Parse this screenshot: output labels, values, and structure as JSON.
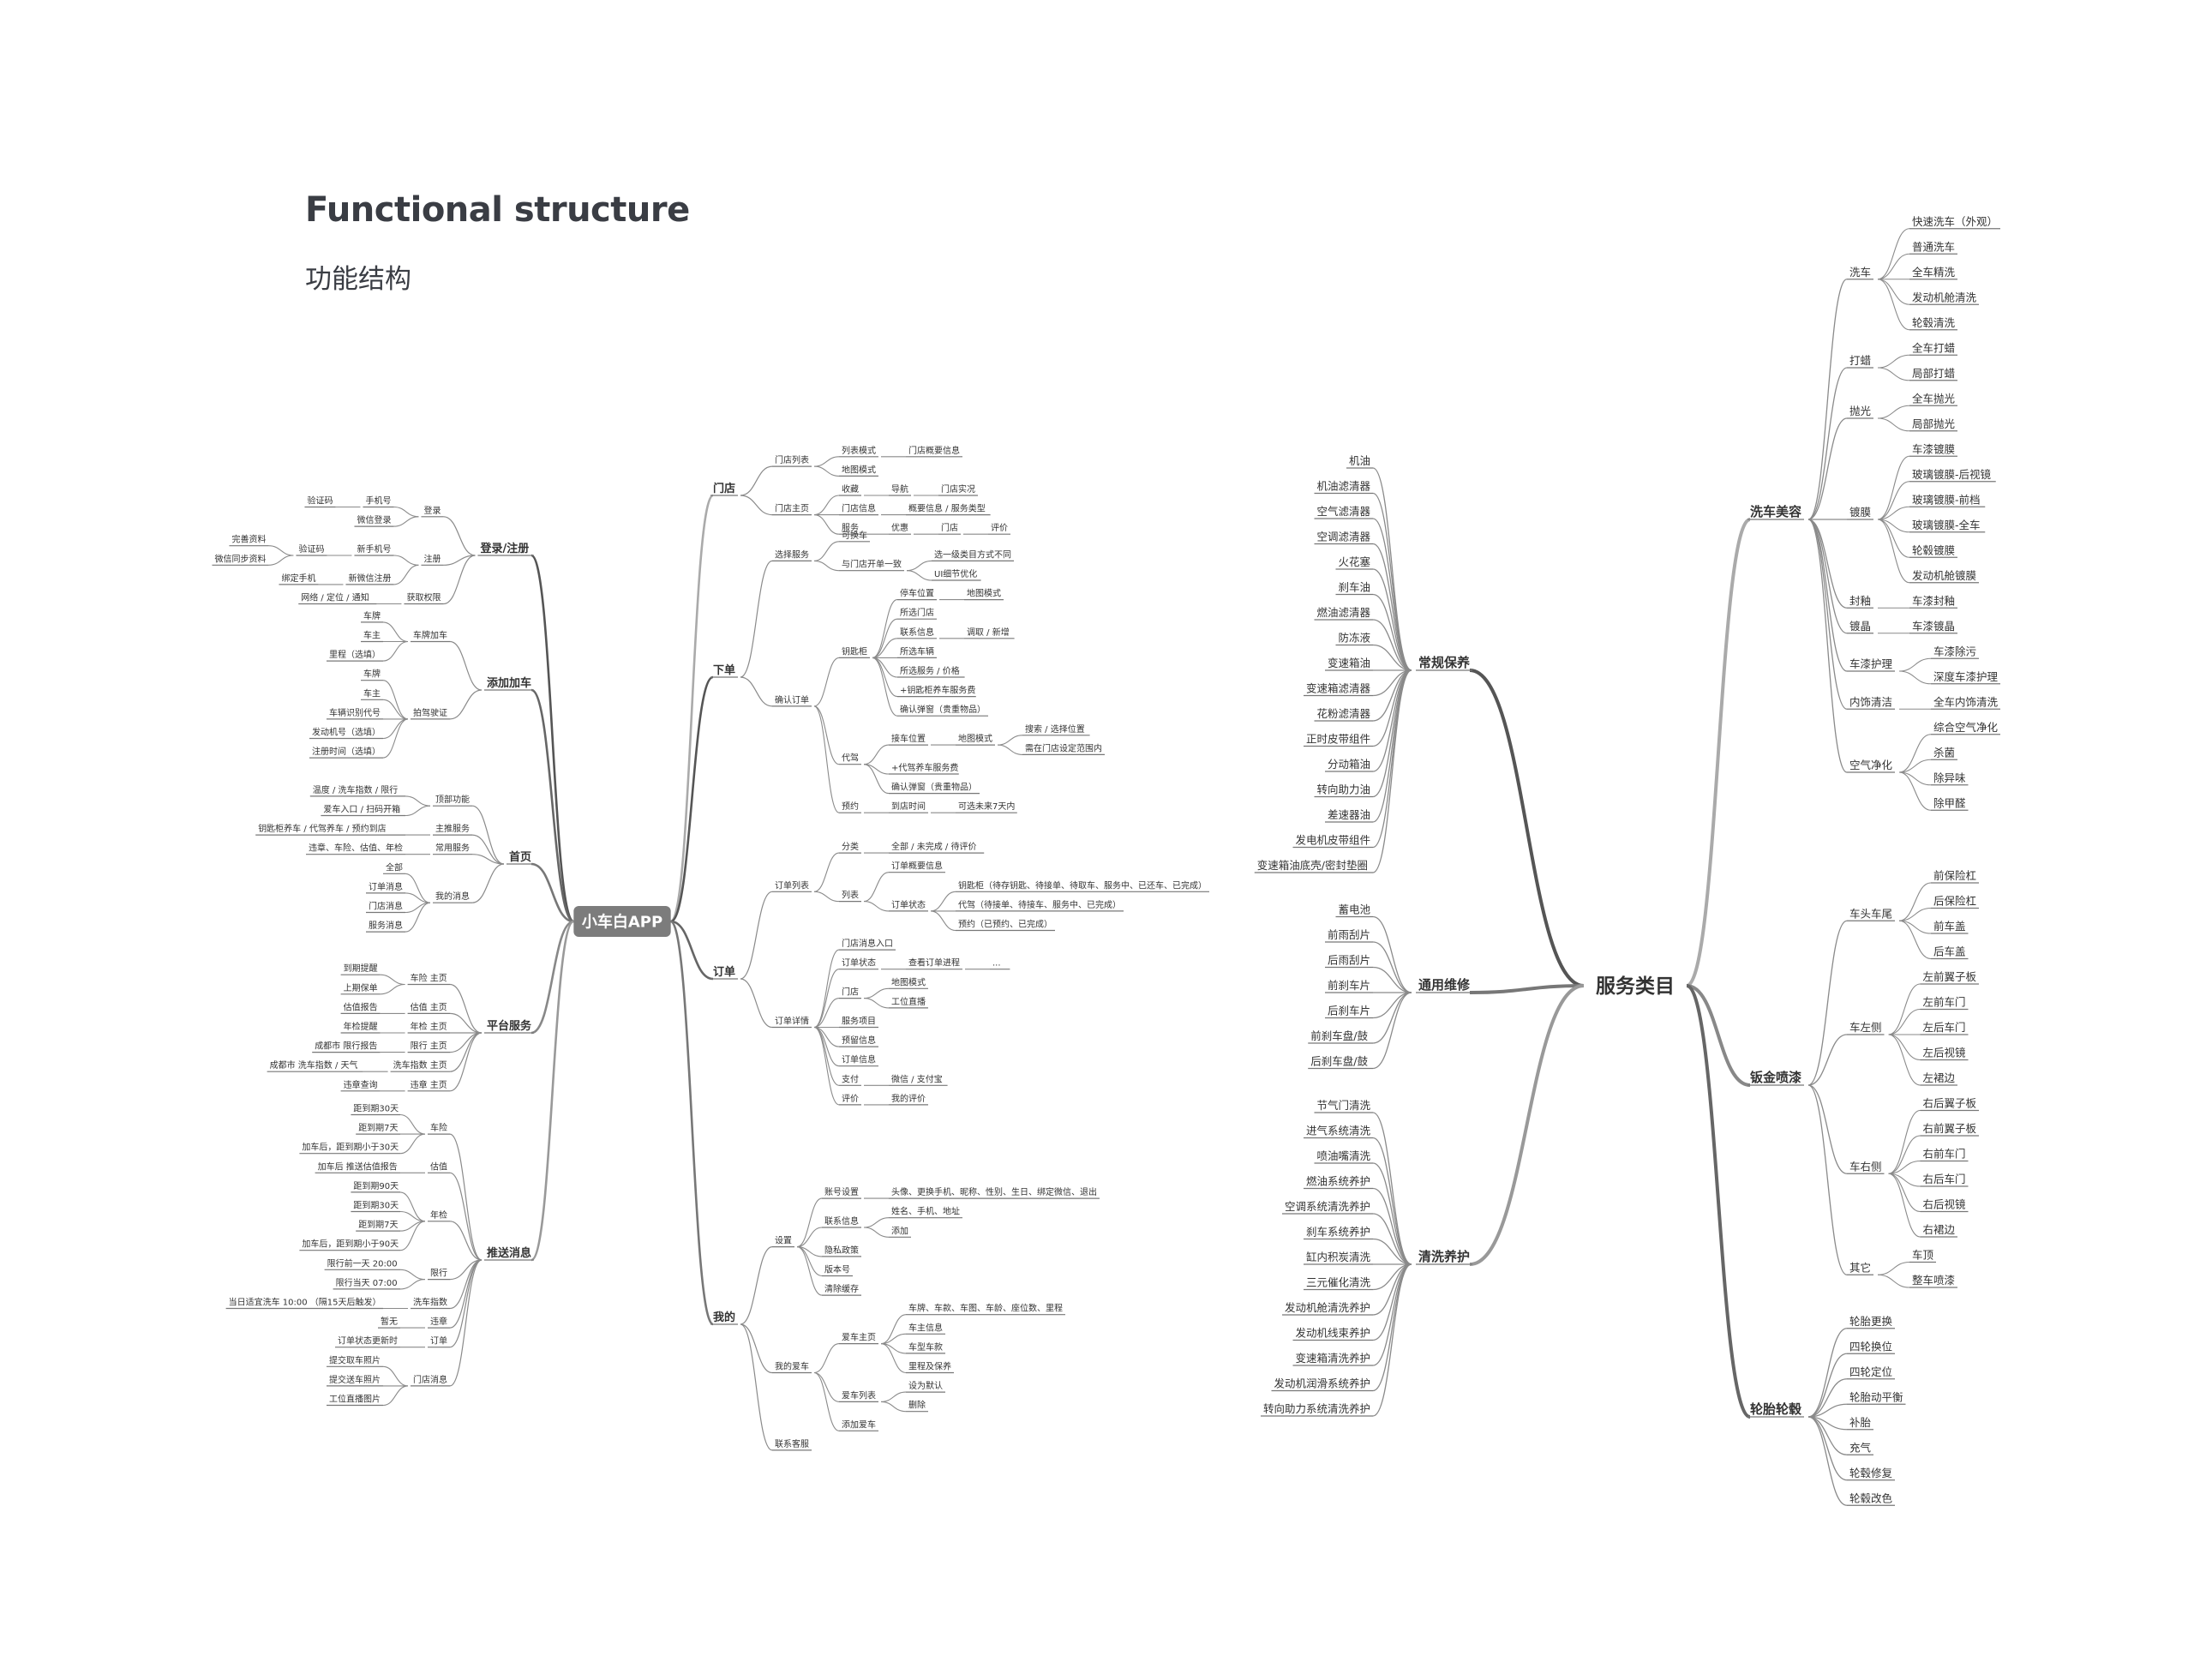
{
  "header": {
    "title_en": "Functional structure",
    "title_cn": "功能结构"
  },
  "app": {
    "label": "小车白APP"
  },
  "app_branches": [
    {
      "label": "登录/注册",
      "children": [
        {
          "label": "登录",
          "children": [
            {
              "label": "手机号",
              "children": [
                {
                  "label": "验证码"
                }
              ]
            },
            {
              "label": "微信登录"
            }
          ]
        },
        {
          "label": "注册",
          "children": [
            {
              "label": "新手机号",
              "children": [
                {
                  "label": "验证码",
                  "children": [
                    {
                      "label": "完善资料"
                    },
                    {
                      "label": "微信同步资料"
                    }
                  ]
                }
              ]
            },
            {
              "label": "新微信注册",
              "children": [
                {
                  "label": "绑定手机"
                }
              ]
            }
          ]
        },
        {
          "label": "获取权限",
          "children": [
            {
              "label": "网络 / 定位 / 通知"
            }
          ]
        }
      ]
    },
    {
      "label": "添加加车",
      "children": [
        {
          "label": "车牌加车",
          "children": [
            {
              "label": "车牌"
            },
            {
              "label": "车主"
            },
            {
              "label": "里程（选填）"
            }
          ]
        },
        {
          "label": "拍驾驶证",
          "children": [
            {
              "label": "车牌"
            },
            {
              "label": "车主"
            },
            {
              "label": "车辆识别代号"
            },
            {
              "label": "发动机号（选填）"
            },
            {
              "label": "注册时间（选填）"
            }
          ]
        }
      ]
    },
    {
      "label": "首页",
      "children": [
        {
          "label": "顶部功能",
          "children": [
            {
              "label": "温度 / 洗车指数 / 限行"
            },
            {
              "label": "爱车入口 / 扫码开箱"
            }
          ]
        },
        {
          "label": "主推服务",
          "children": [
            {
              "label": "钥匙柜养车  /  代驾养车  /  预约到店"
            }
          ]
        },
        {
          "label": "常用服务",
          "children": [
            {
              "label": "违章、车险、估值、年检"
            }
          ]
        },
        {
          "label": "我的消息",
          "children": [
            {
              "label": "全部"
            },
            {
              "label": "订单消息"
            },
            {
              "label": "门店消息"
            },
            {
              "label": "服务消息"
            }
          ]
        }
      ]
    },
    {
      "label": "平台服务",
      "children": [
        {
          "label": "车险 主页",
          "children": [
            {
              "label": "到期提醒"
            },
            {
              "label": "上期保单"
            }
          ]
        },
        {
          "label": "估值 主页",
          "children": [
            {
              "label": "估值报告"
            }
          ]
        },
        {
          "label": "年检 主页",
          "children": [
            {
              "label": "年检提醒"
            }
          ]
        },
        {
          "label": "限行 主页",
          "children": [
            {
              "label": "成都市 限行报告"
            }
          ]
        },
        {
          "label": "洗车指数 主页",
          "children": [
            {
              "label": "成都市 洗车指数 / 天气"
            }
          ]
        },
        {
          "label": "违章 主页",
          "children": [
            {
              "label": "违章查询"
            }
          ]
        }
      ]
    },
    {
      "label": "推送消息",
      "children": [
        {
          "label": "车险",
          "children": [
            {
              "label": "距到期30天"
            },
            {
              "label": "距到期7天"
            },
            {
              "label": "加车后，距到期小于30天"
            }
          ]
        },
        {
          "label": "估值",
          "children": [
            {
              "label": "加车后 推送估值报告"
            }
          ]
        },
        {
          "label": "年检",
          "children": [
            {
              "label": "距到期90天"
            },
            {
              "label": "距到期30天"
            },
            {
              "label": "距到期7天"
            },
            {
              "label": "加车后，距到期小于90天"
            }
          ]
        },
        {
          "label": "限行",
          "children": [
            {
              "label": "限行前一天 20:00"
            },
            {
              "label": "限行当天 07:00"
            }
          ]
        },
        {
          "label": "洗车指数",
          "children": [
            {
              "label": "当日适宜洗车 10:00 （隔15天后触发）"
            }
          ]
        },
        {
          "label": "违章",
          "children": [
            {
              "label": "暂无"
            }
          ]
        },
        {
          "label": "订单",
          "children": [
            {
              "label": "订单状态更新时"
            }
          ]
        },
        {
          "label": "门店消息",
          "children": [
            {
              "label": "提交取车照片"
            },
            {
              "label": "提交送车照片"
            },
            {
              "label": "工位直播图片"
            }
          ]
        }
      ]
    },
    {
      "label": "门店",
      "children": [
        {
          "label": "门店列表",
          "children": [
            {
              "label": "列表模式",
              "children": [
                {
                  "label": "门店概要信息"
                }
              ]
            },
            {
              "label": "地图模式"
            }
          ]
        },
        {
          "label": "门店主页",
          "children": [
            {
              "label": "收藏",
              "children": [
                {
                  "label": "导航",
                  "children": [
                    {
                      "label": "门店实况"
                    }
                  ]
                }
              ]
            },
            {
              "label": "门店信息",
              "children": [
                {
                  "label": "概要信息 / 服务类型"
                }
              ]
            },
            {
              "label": "服务",
              "children": [
                {
                  "label": "优惠",
                  "children": [
                    {
                      "label": "门店",
                      "children": [
                        {
                          "label": "评价"
                        }
                      ]
                    }
                  ]
                }
              ]
            }
          ]
        }
      ]
    },
    {
      "label": "下单",
      "children": [
        {
          "label": "选择服务",
          "children": [
            {
              "label": "可换车"
            },
            {
              "label": "与门店开单一致",
              "children": [
                {
                  "label": "选一级类目方式不同"
                },
                {
                  "label": "UI细节优化"
                }
              ]
            }
          ]
        },
        {
          "label": "确认订单",
          "children": [
            {
              "label": "钥匙柜",
              "children": [
                {
                  "label": "停车位置",
                  "children": [
                    {
                      "label": "地图模式"
                    }
                  ]
                },
                {
                  "label": "所选门店"
                },
                {
                  "label": "联系信息",
                  "children": [
                    {
                      "label": "调取 / 新增"
                    }
                  ]
                },
                {
                  "label": "所选车辆"
                },
                {
                  "label": "所选服务 / 价格"
                },
                {
                  "label": "+钥匙柜养车服务费"
                },
                {
                  "label": "确认弹窗（贵重物品）"
                }
              ]
            },
            {
              "label": "代驾",
              "children": [
                {
                  "label": "接车位置",
                  "children": [
                    {
                      "label": "地图模式",
                      "children": [
                        {
                          "label": "搜索 / 选择位置"
                        },
                        {
                          "label": "需在门店设定范围内"
                        }
                      ]
                    }
                  ]
                },
                {
                  "label": "+代驾养车服务费"
                },
                {
                  "label": "确认弹窗（贵重物品）"
                }
              ]
            },
            {
              "label": "预约",
              "children": [
                {
                  "label": "到店时间",
                  "children": [
                    {
                      "label": "可选未来7天内"
                    }
                  ]
                }
              ]
            }
          ]
        }
      ]
    },
    {
      "label": "订单",
      "children": [
        {
          "label": "订单列表",
          "children": [
            {
              "label": "分类",
              "children": [
                {
                  "label": "全部 / 未完成 / 待评价"
                }
              ]
            },
            {
              "label": "列表",
              "children": [
                {
                  "label": "订单概要信息"
                },
                {
                  "label": "订单状态",
                  "children": [
                    {
                      "label": "钥匙柜（待存钥匙、待接单、待取车、服务中、已还车、已完成）"
                    },
                    {
                      "label": "代驾（待接单、待接车、服务中、已完成）"
                    },
                    {
                      "label": "预约（已预约、已完成）"
                    }
                  ]
                }
              ]
            }
          ]
        },
        {
          "label": "订单详情",
          "children": [
            {
              "label": "门店消息入口"
            },
            {
              "label": "订单状态",
              "children": [
                {
                  "label": "查看订单进程",
                  "children": [
                    {
                      "label": "..."
                    }
                  ]
                }
              ]
            },
            {
              "label": "门店",
              "children": [
                {
                  "label": "地图模式"
                },
                {
                  "label": "工位直播"
                }
              ]
            },
            {
              "label": "服务项目"
            },
            {
              "label": "预留信息"
            },
            {
              "label": "订单信息"
            },
            {
              "label": "支付",
              "children": [
                {
                  "label": "微信 / 支付宝"
                }
              ]
            },
            {
              "label": "评价",
              "children": [
                {
                  "label": "我的评价"
                }
              ]
            }
          ]
        }
      ]
    },
    {
      "label": "我的",
      "children": [
        {
          "label": "设置",
          "children": [
            {
              "label": "账号设置",
              "children": [
                {
                  "label": "头像、更换手机、昵称、性别、生日、绑定微信、退出"
                }
              ]
            },
            {
              "label": "联系信息",
              "children": [
                {
                  "label": "姓名、手机、地址"
                },
                {
                  "label": "添加"
                }
              ]
            },
            {
              "label": "隐私政策"
            },
            {
              "label": "版本号"
            },
            {
              "label": "清除缓存"
            }
          ]
        },
        {
          "label": "我的爱车",
          "children": [
            {
              "label": "爱车主页",
              "children": [
                {
                  "label": "车牌、车款、车图、车龄、座位数、里程"
                },
                {
                  "label": "车主信息"
                },
                {
                  "label": "车型车款"
                },
                {
                  "label": "里程及保养"
                }
              ]
            },
            {
              "label": "爱车列表",
              "children": [
                {
                  "label": "设为默认"
                },
                {
                  "label": "删除"
                }
              ]
            },
            {
              "label": "添加爱车"
            }
          ]
        },
        {
          "label": "联系客服"
        }
      ]
    }
  ],
  "services": {
    "label": "服务类目"
  },
  "service_branches": [
    {
      "label": "常规保养",
      "children": [
        {
          "label": "机油"
        },
        {
          "label": "机油滤清器"
        },
        {
          "label": "空气滤清器"
        },
        {
          "label": "空调滤清器"
        },
        {
          "label": "火花塞"
        },
        {
          "label": "刹车油"
        },
        {
          "label": "燃油滤清器"
        },
        {
          "label": "防冻液"
        },
        {
          "label": "变速箱油"
        },
        {
          "label": "变速箱滤清器"
        },
        {
          "label": "花粉滤清器"
        },
        {
          "label": "正时皮带组件"
        },
        {
          "label": "分动箱油"
        },
        {
          "label": "转向助力油"
        },
        {
          "label": "差速器油"
        },
        {
          "label": "发电机皮带组件"
        },
        {
          "label": "变速箱油底壳/密封垫圈"
        }
      ]
    },
    {
      "label": "通用维修",
      "children": [
        {
          "label": "蓄电池"
        },
        {
          "label": "前雨刮片"
        },
        {
          "label": "后雨刮片"
        },
        {
          "label": "前刹车片"
        },
        {
          "label": "后刹车片"
        },
        {
          "label": "前刹车盘/鼓"
        },
        {
          "label": "后刹车盘/鼓"
        }
      ]
    },
    {
      "label": "清洗养护",
      "children": [
        {
          "label": "节气门清洗"
        },
        {
          "label": "进气系统清洗"
        },
        {
          "label": "喷油嘴清洗"
        },
        {
          "label": "燃油系统养护"
        },
        {
          "label": "空调系统清洗养护"
        },
        {
          "label": "刹车系统养护"
        },
        {
          "label": "缸内积炭清洗"
        },
        {
          "label": "三元催化清洗"
        },
        {
          "label": "发动机舱清洗养护"
        },
        {
          "label": "发动机线束养护"
        },
        {
          "label": "变速箱清洗养护"
        },
        {
          "label": "发动机润滑系统养护"
        },
        {
          "label": "转向助力系统清洗养护"
        }
      ]
    },
    {
      "label": "洗车美容",
      "children": [
        {
          "label": "洗车",
          "children": [
            {
              "label": "快速洗车（外观）"
            },
            {
              "label": "普通洗车"
            },
            {
              "label": "全车精洗"
            },
            {
              "label": "发动机舱清洗"
            },
            {
              "label": "轮毂清洗"
            }
          ]
        },
        {
          "label": "打蜡",
          "children": [
            {
              "label": "全车打蜡"
            },
            {
              "label": "局部打蜡"
            }
          ]
        },
        {
          "label": "抛光",
          "children": [
            {
              "label": "全车抛光"
            },
            {
              "label": "局部抛光"
            }
          ]
        },
        {
          "label": "镀膜",
          "children": [
            {
              "label": "车漆镀膜"
            },
            {
              "label": "玻璃镀膜-后视镜"
            },
            {
              "label": "玻璃镀膜-前档"
            },
            {
              "label": "玻璃镀膜-全车"
            },
            {
              "label": "轮毂镀膜"
            },
            {
              "label": "发动机舱镀膜"
            }
          ]
        },
        {
          "label": "封釉",
          "children": [
            {
              "label": "车漆封釉"
            }
          ]
        },
        {
          "label": "镀晶",
          "children": [
            {
              "label": "车漆镀晶"
            }
          ]
        },
        {
          "label": "车漆护理",
          "children": [
            {
              "label": "车漆除污"
            },
            {
              "label": "深度车漆护理"
            }
          ]
        },
        {
          "label": "内饰清洁",
          "children": [
            {
              "label": "全车内饰清洗"
            }
          ]
        },
        {
          "label": "空气净化",
          "children": [
            {
              "label": "综合空气净化"
            },
            {
              "label": "杀菌"
            },
            {
              "label": "除异味"
            },
            {
              "label": "除甲醛"
            }
          ]
        }
      ]
    },
    {
      "label": "钣金喷漆",
      "children": [
        {
          "label": "车头车尾",
          "children": [
            {
              "label": "前保险杠"
            },
            {
              "label": "后保险杠"
            },
            {
              "label": "前车盖"
            },
            {
              "label": "后车盖"
            }
          ]
        },
        {
          "label": "车左侧",
          "children": [
            {
              "label": "左前翼子板"
            },
            {
              "label": "左前车门"
            },
            {
              "label": "左后车门"
            },
            {
              "label": "左后视镜"
            },
            {
              "label": "左裙边"
            }
          ]
        },
        {
          "label": "车右侧",
          "children": [
            {
              "label": "右后翼子板"
            },
            {
              "label": "右前翼子板"
            },
            {
              "label": "右前车门"
            },
            {
              "label": "右后车门"
            },
            {
              "label": "右后视镜"
            },
            {
              "label": "右裙边"
            }
          ]
        },
        {
          "label": "其它",
          "children": [
            {
              "label": "车顶"
            },
            {
              "label": "整车喷漆"
            }
          ]
        }
      ]
    },
    {
      "label": "轮胎轮毂",
      "children": [
        {
          "label": "轮胎更换"
        },
        {
          "label": "四轮换位"
        },
        {
          "label": "四轮定位"
        },
        {
          "label": "轮胎动平衡"
        },
        {
          "label": "补胎"
        },
        {
          "label": "充气"
        },
        {
          "label": "轮毂修复"
        },
        {
          "label": "轮毂改色"
        }
      ]
    }
  ]
}
